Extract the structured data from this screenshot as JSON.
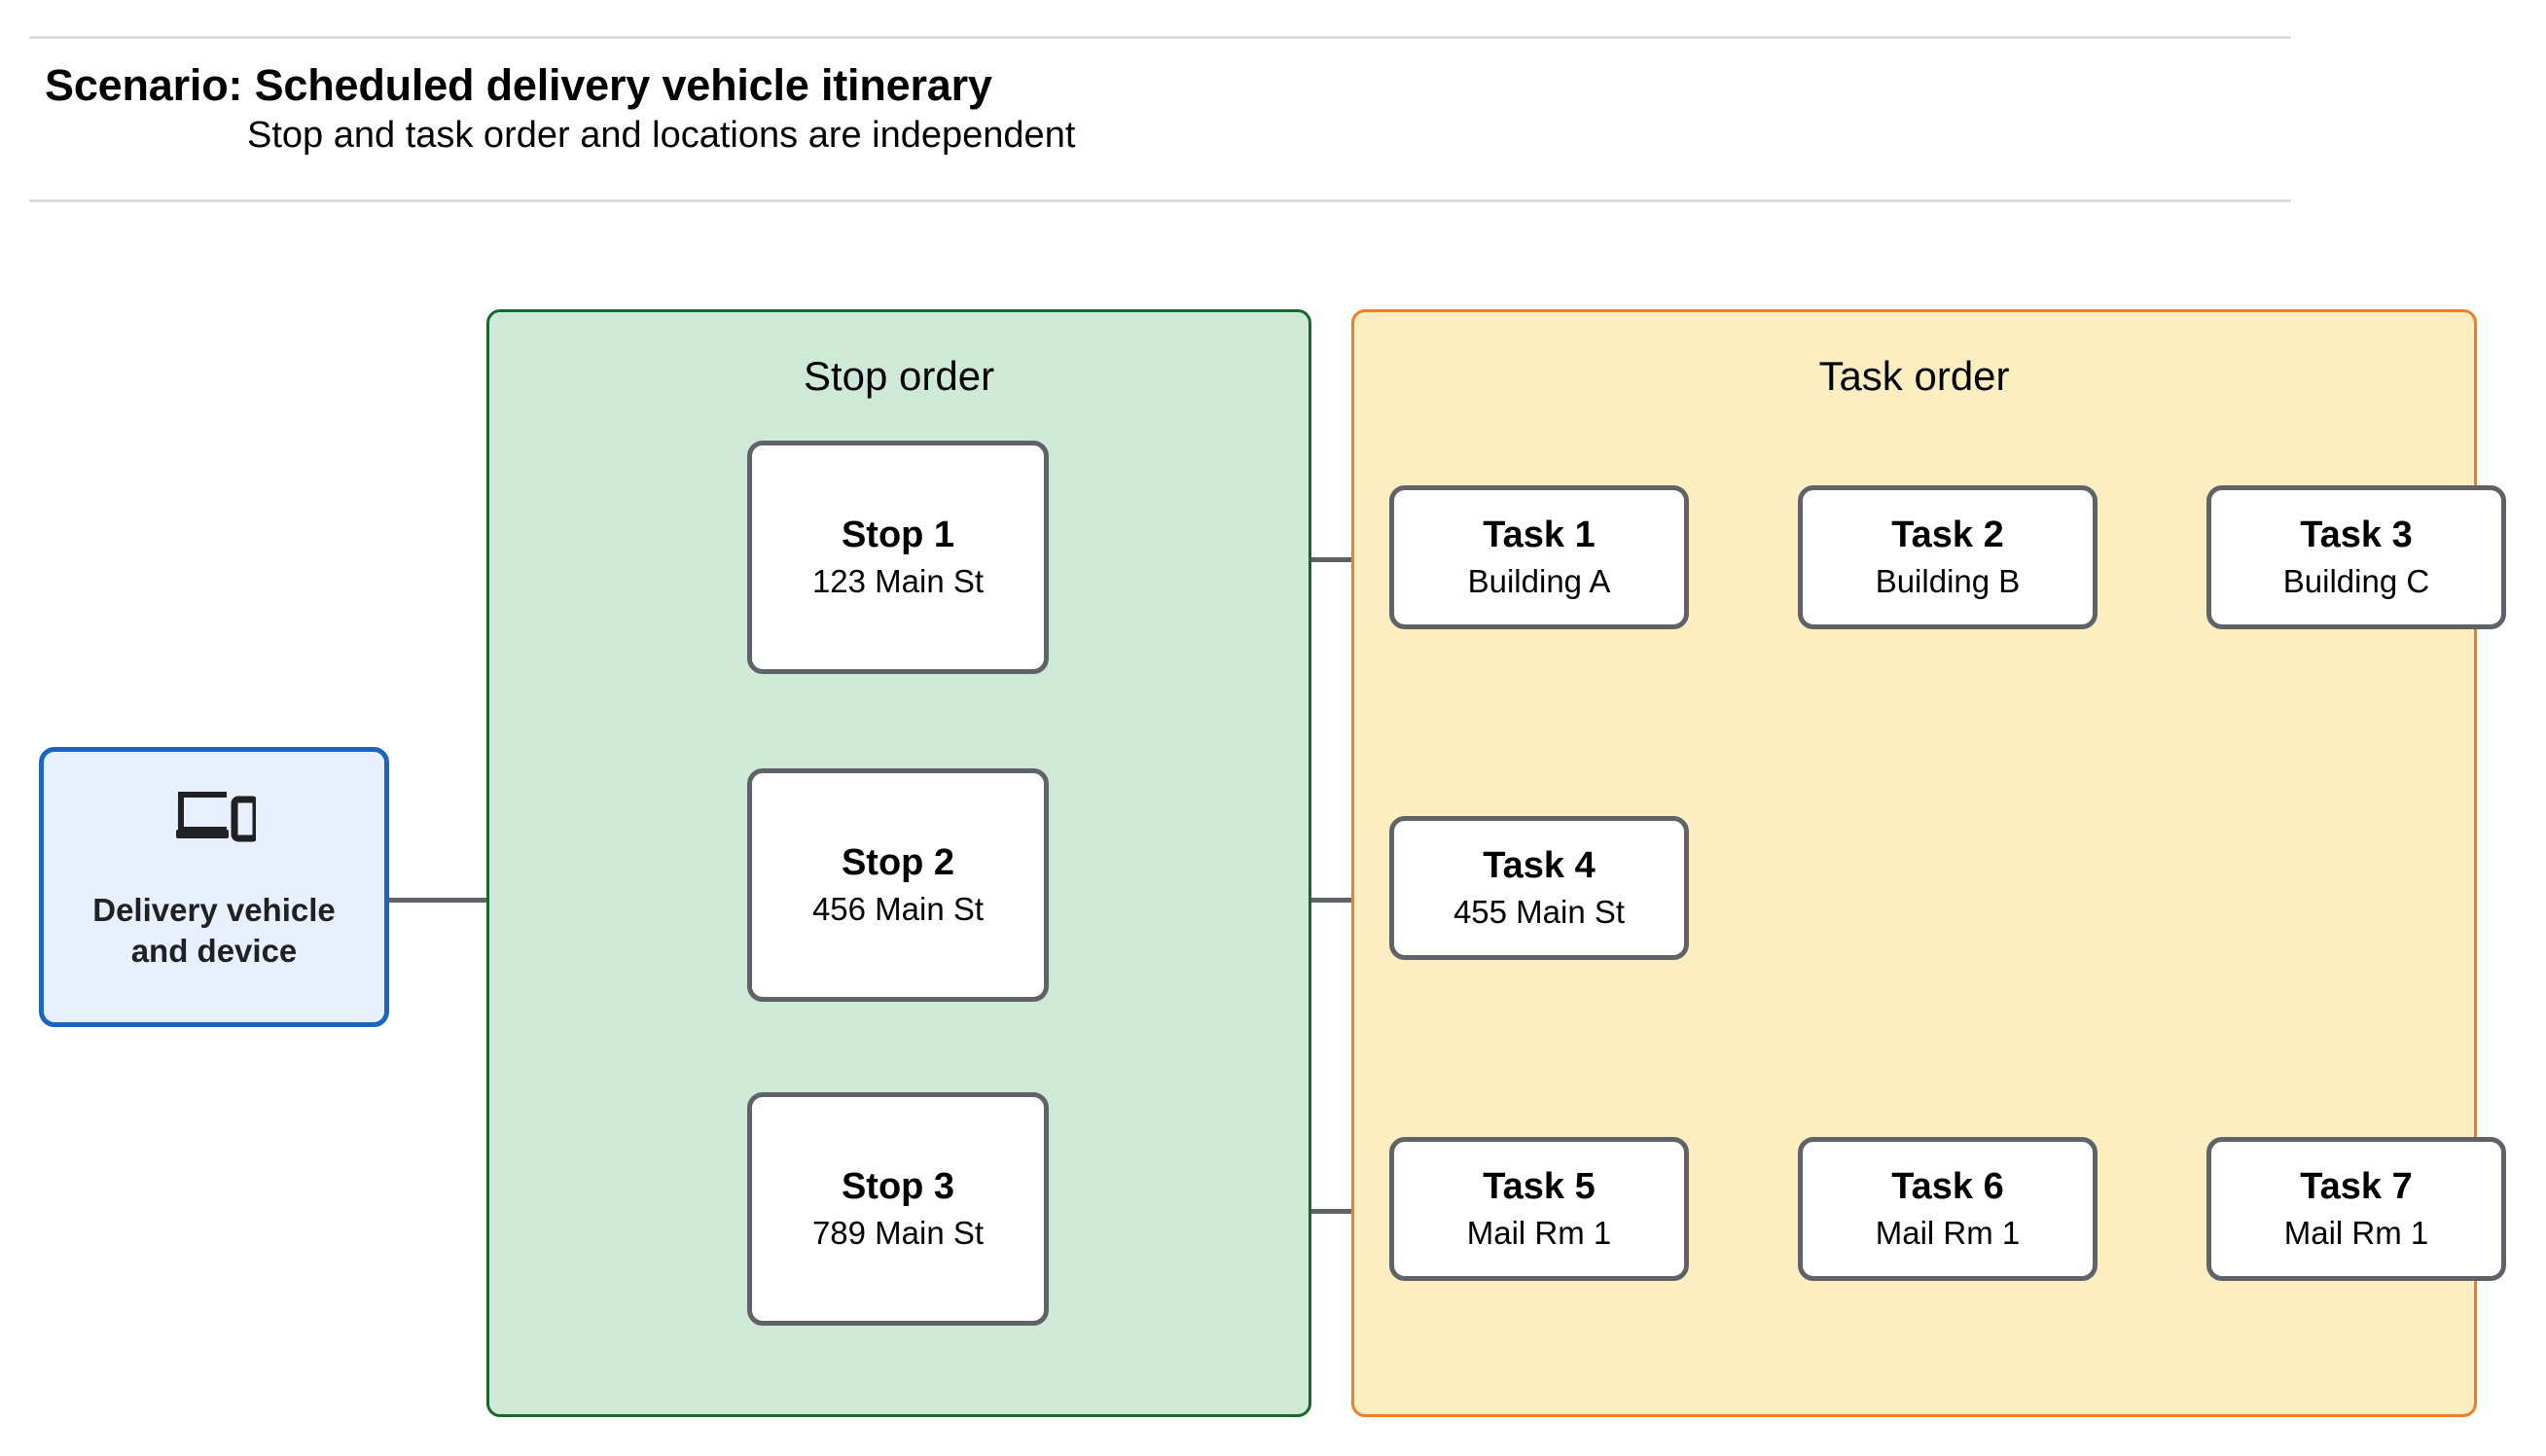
{
  "header": {
    "title": "Scenario: Scheduled delivery vehicle itinerary",
    "subtitle": "Stop and task order and locations are independent"
  },
  "vehicle": {
    "icon": "laptop-and-phone-icon",
    "label_line1": "Delivery vehicle",
    "label_line2": "and device"
  },
  "stop_group": {
    "title": "Stop order",
    "items": [
      {
        "name": "Stop 1",
        "location": "123 Main St"
      },
      {
        "name": "Stop 2",
        "location": "456 Main St"
      },
      {
        "name": "Stop 3",
        "location": "789 Main St"
      }
    ]
  },
  "task_group": {
    "title": "Task order",
    "rows": [
      [
        {
          "name": "Task 1",
          "location": "Building A"
        },
        {
          "name": "Task 2",
          "location": "Building B"
        },
        {
          "name": "Task 3",
          "location": "Building C"
        }
      ],
      [
        {
          "name": "Task 4",
          "location": "455 Main St"
        }
      ],
      [
        {
          "name": "Task 5",
          "location": "Mail Rm 1"
        },
        {
          "name": "Task 6",
          "location": "Mail Rm 1"
        },
        {
          "name": "Task 7",
          "location": "Mail Rm 1"
        }
      ]
    ]
  },
  "colors": {
    "stop_group_fill": "#cee9d6",
    "stop_group_border": "#15692f",
    "task_group_fill": "#fdeec2",
    "task_group_border": "#f57c1f",
    "vehicle_fill": "#e8f0fe",
    "vehicle_border": "#1a65c4",
    "node_border": "#5f6368",
    "connector": "#5f6368",
    "rule": "#dadce0"
  }
}
